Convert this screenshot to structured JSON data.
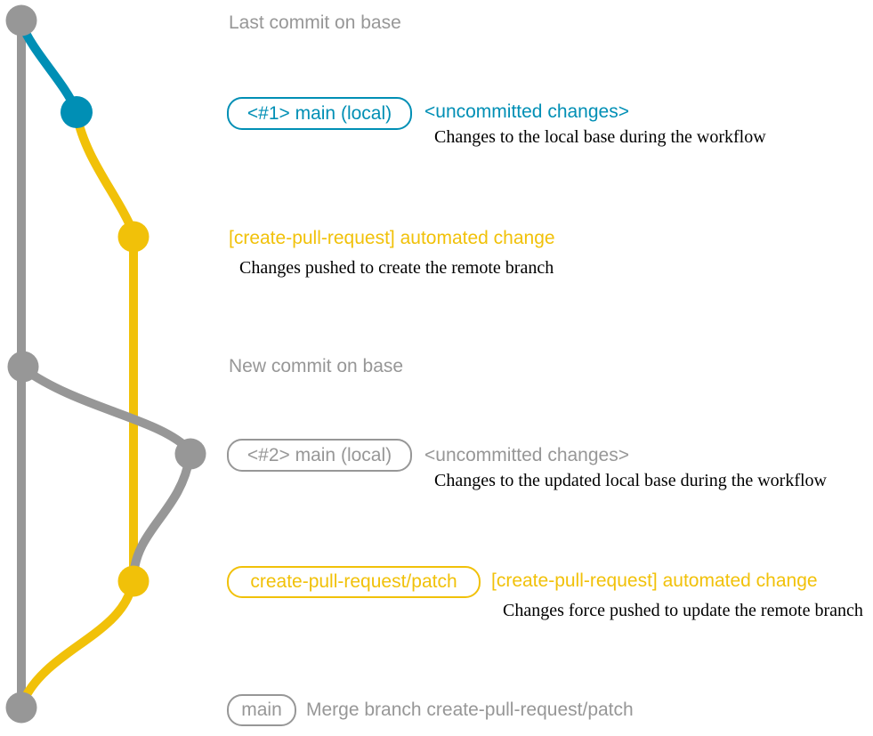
{
  "colors": {
    "gray": "#979797",
    "blue": "#008fb5",
    "yellow": "#f1c109",
    "annotation_text": "#000000",
    "background": "#ffffff"
  },
  "diagram": {
    "type": "git-graph",
    "rows": [
      {
        "message": "Last commit on base",
        "color": "gray"
      },
      {
        "branch_label": "<#1> main (local)",
        "message": "<uncommitted changes>",
        "annotation": "Changes to the local base during the workflow",
        "color": "blue"
      },
      {
        "message": "[create-pull-request] automated change",
        "annotation": "Changes pushed to create the remote branch",
        "color": "yellow"
      },
      {
        "message": "New commit on base",
        "color": "gray"
      },
      {
        "branch_label": "<#2> main (local)",
        "message": "<uncommitted changes>",
        "annotation": "Changes to the updated local base during the workflow",
        "color": "gray"
      },
      {
        "branch_label": "create-pull-request/patch",
        "message": "[create-pull-request] automated change",
        "annotation": "Changes force pushed to update the remote branch",
        "color": "yellow"
      },
      {
        "branch_label": "main",
        "message": "Merge branch create-pull-request/patch",
        "color": "gray"
      }
    ]
  }
}
